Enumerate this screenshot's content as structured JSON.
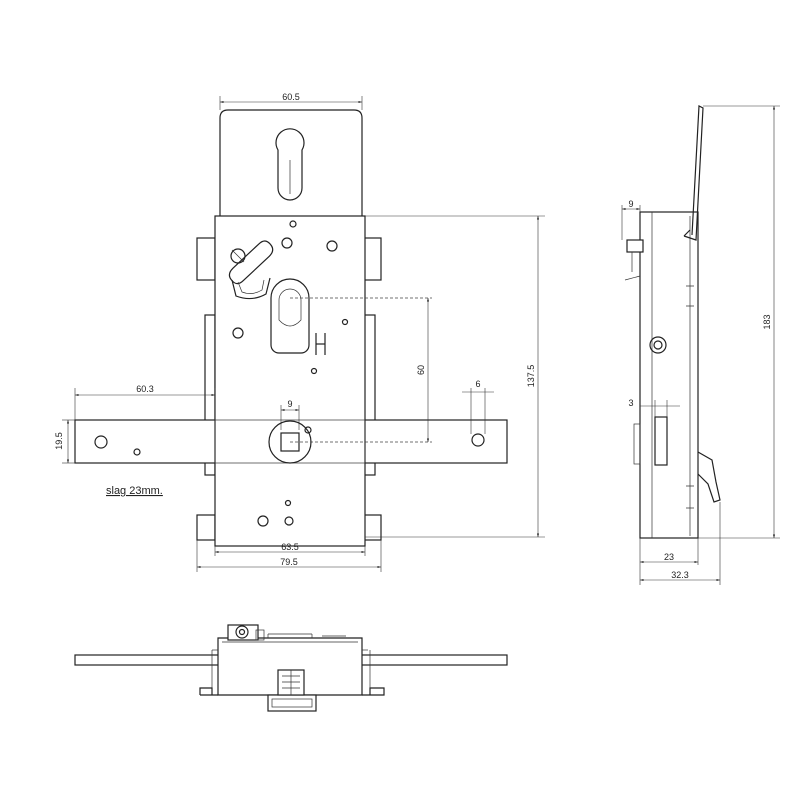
{
  "dimensions": {
    "width_top_plate": "60.5",
    "bolt_length": "60.3",
    "bolt_height": "19.5",
    "spindle_square": "9",
    "cylinder_to_spindle": "60",
    "hole_spacing": "6",
    "case_height": "137.5",
    "case_width": "63.5",
    "overall_width": "79.5",
    "side_offset_top": "9",
    "side_total_height": "183",
    "side_latch_offset": "3",
    "side_depth": "23",
    "side_overall_depth": "32.3"
  },
  "notes": {
    "stroke": "slag 23mm."
  }
}
